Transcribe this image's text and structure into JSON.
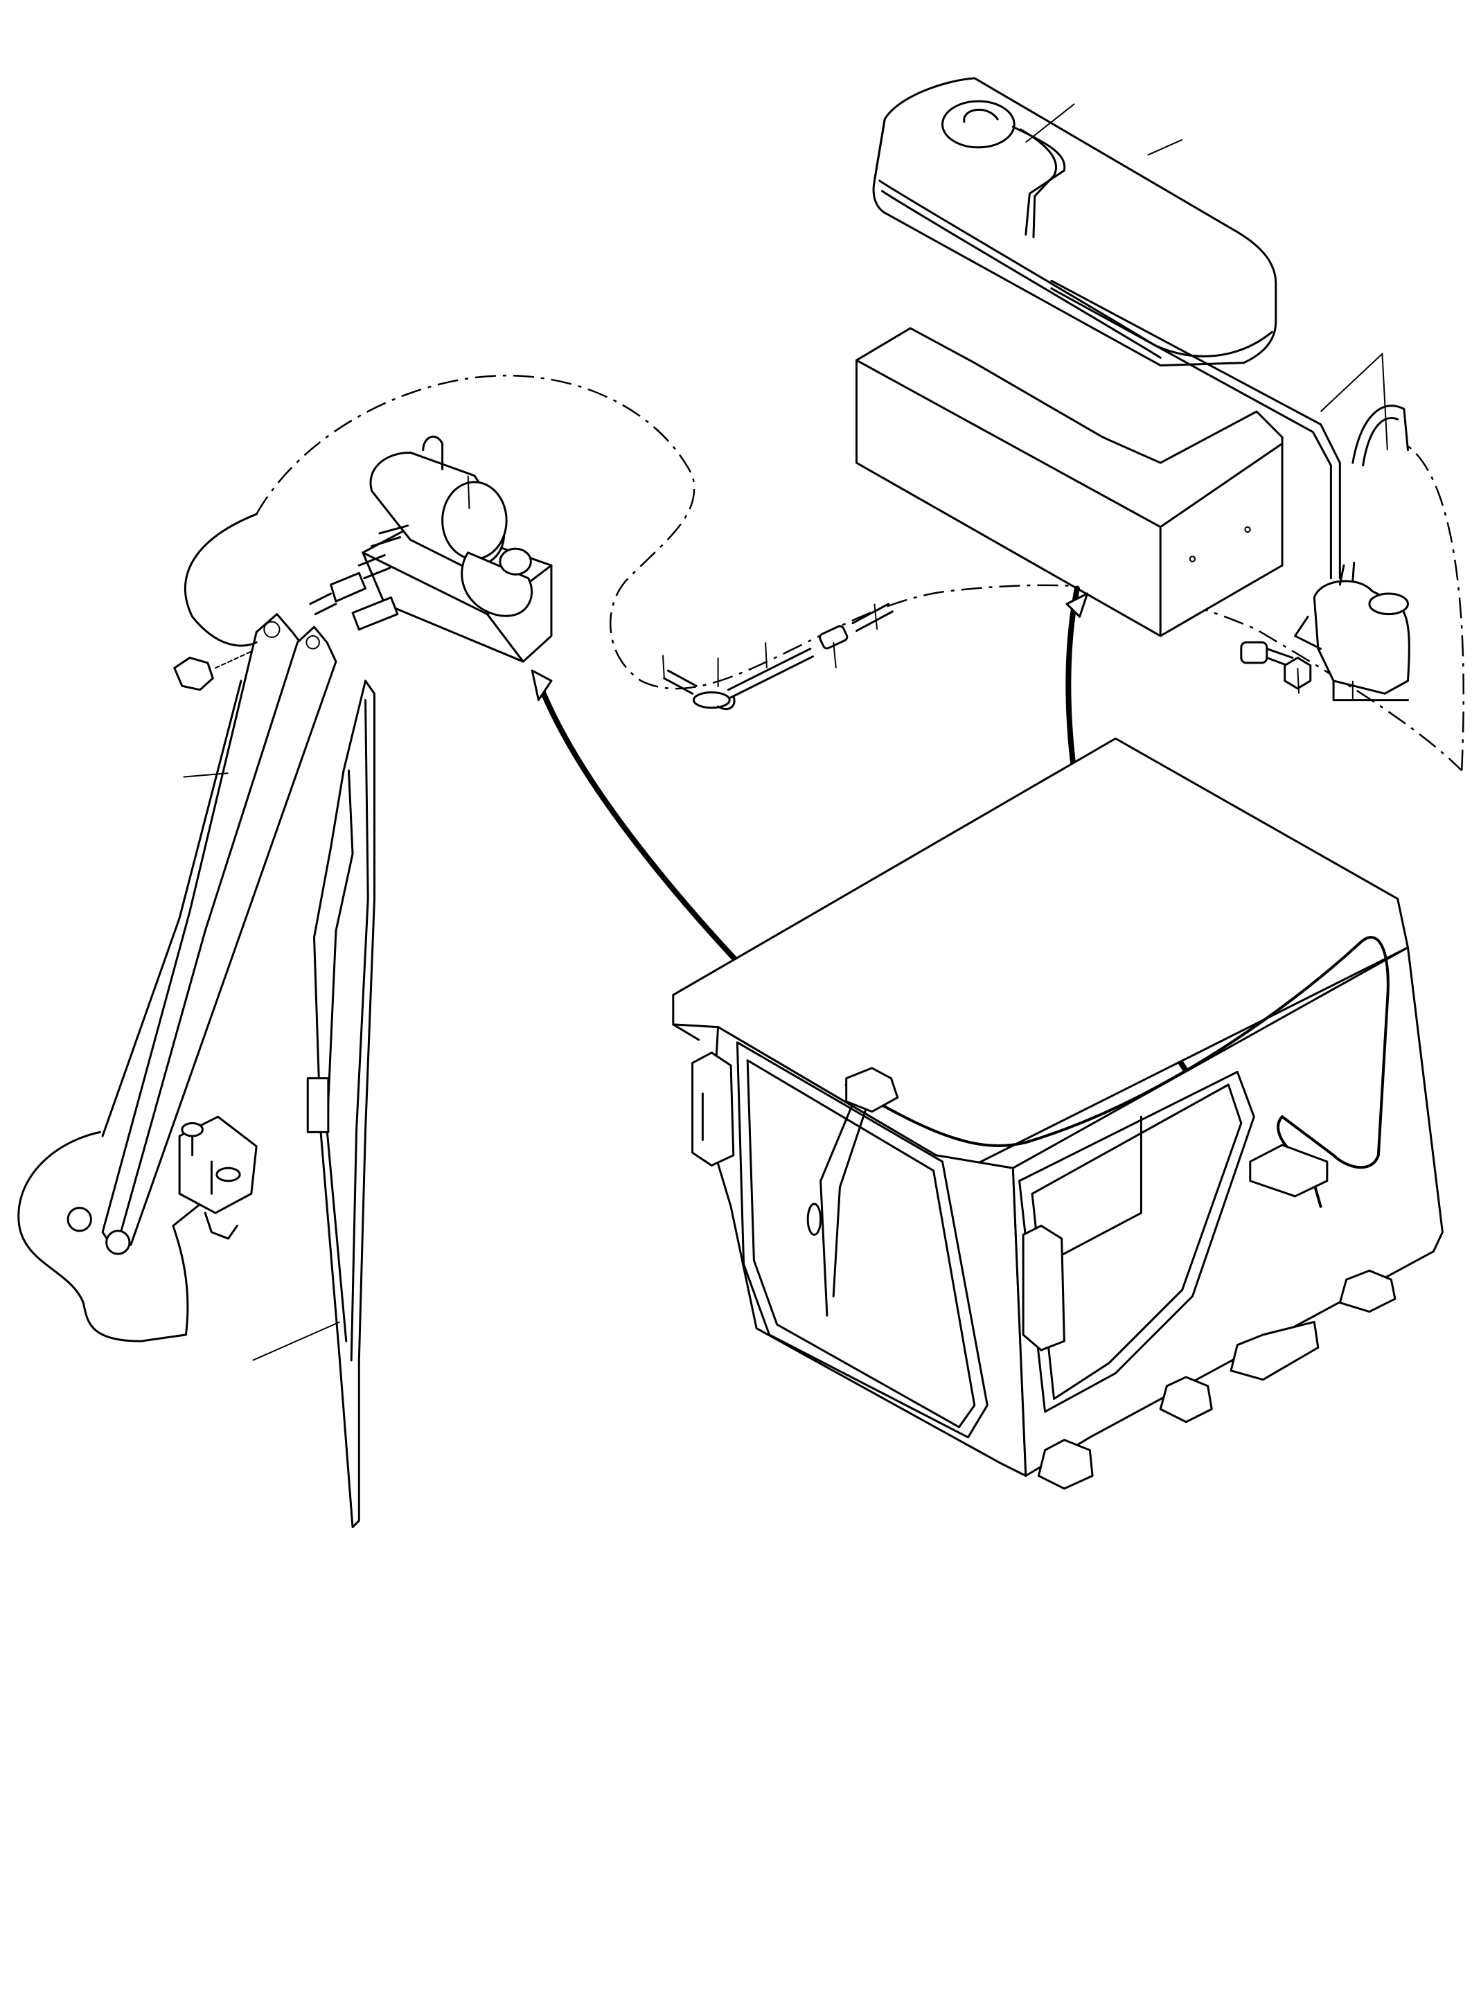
{
  "figure": {
    "type": "exploded-parts-diagram",
    "background": "#ffffff",
    "line_color": "#000000",
    "parts": [
      "washer-tank",
      "tank-bracket",
      "washer-pump",
      "washer-hoses",
      "hose-fittings",
      "wiper-motor",
      "wiper-arm",
      "wiper-blade",
      "cab-assembly"
    ]
  }
}
